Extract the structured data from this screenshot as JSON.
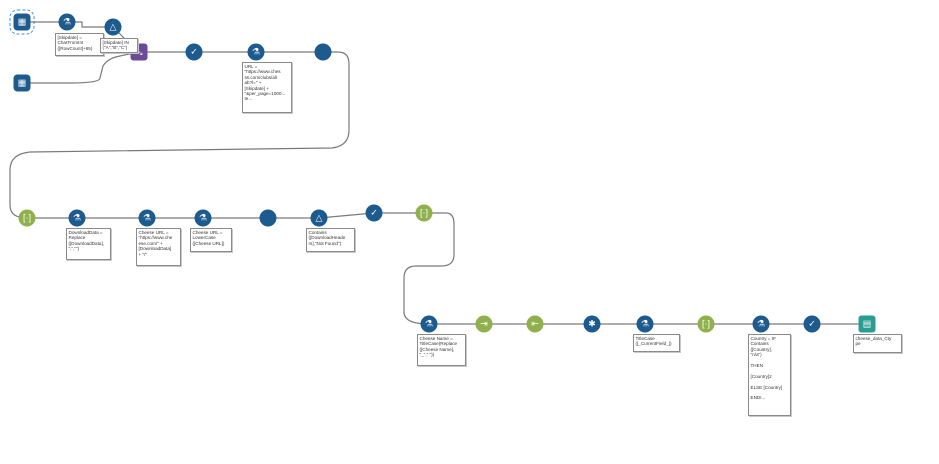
{
  "workflow": {
    "tools": [
      {
        "id": "t_input_top",
        "kind": "input",
        "color": "blue",
        "icon": "input-data-icon",
        "glyph": "▦",
        "selected": true
      },
      {
        "id": "t_formula_1",
        "kind": "formula",
        "color": "blue",
        "icon": "formula-icon",
        "glyph": "⚗"
      },
      {
        "id": "t_filter_1",
        "kind": "filter",
        "color": "blue",
        "icon": "filter-icon",
        "glyph": "△"
      },
      {
        "id": "t_input_bottom",
        "kind": "input",
        "color": "blue",
        "icon": "input-data-icon",
        "glyph": "▦"
      },
      {
        "id": "t_join",
        "kind": "append",
        "color": "purple",
        "icon": "append-fields-icon",
        "glyph": "⤡"
      },
      {
        "id": "t_select_1",
        "kind": "select",
        "color": "blue",
        "icon": "select-icon",
        "glyph": "✓"
      },
      {
        "id": "t_formula_2",
        "kind": "formula",
        "color": "blue",
        "icon": "formula-icon",
        "glyph": "⚗"
      },
      {
        "id": "t_download",
        "kind": "download",
        "color": "blue",
        "icon": "download-icon",
        "glyph": ""
      },
      {
        "id": "t_regex_1",
        "kind": "regex",
        "color": "green",
        "icon": "text-parse-icon",
        "glyph": "[·]"
      },
      {
        "id": "t_formula_3",
        "kind": "formula",
        "color": "blue",
        "icon": "formula-icon",
        "glyph": "⚗"
      },
      {
        "id": "t_formula_4",
        "kind": "formula",
        "color": "blue",
        "icon": "formula-icon",
        "glyph": "⚗"
      },
      {
        "id": "t_formula_5",
        "kind": "formula",
        "color": "blue",
        "icon": "formula-icon",
        "glyph": "⚗"
      },
      {
        "id": "t_download_2",
        "kind": "download",
        "color": "blue",
        "icon": "download-icon",
        "glyph": ""
      },
      {
        "id": "t_filter_2",
        "kind": "filter",
        "color": "blue",
        "icon": "filter-icon",
        "glyph": "△"
      },
      {
        "id": "t_select_2",
        "kind": "select",
        "color": "blue",
        "icon": "select-icon",
        "glyph": "✓"
      },
      {
        "id": "t_regex_2",
        "kind": "regex",
        "color": "green",
        "icon": "text-parse-icon",
        "glyph": "[·]"
      },
      {
        "id": "t_formula_6",
        "kind": "formula",
        "color": "blue",
        "icon": "formula-icon",
        "glyph": "⚗"
      },
      {
        "id": "t_parse_1",
        "kind": "parse",
        "color": "green",
        "icon": "text-to-columns-icon",
        "glyph": "⇥"
      },
      {
        "id": "t_parse_2",
        "kind": "parse",
        "color": "green",
        "icon": "text-to-columns-icon",
        "glyph": "⇤"
      },
      {
        "id": "t_unique",
        "kind": "unique",
        "color": "blue",
        "icon": "unique-icon",
        "glyph": "✱"
      },
      {
        "id": "t_formula_7",
        "kind": "formula",
        "color": "blue",
        "icon": "formula-icon",
        "glyph": "⚗"
      },
      {
        "id": "t_regex_3",
        "kind": "regex",
        "color": "green",
        "icon": "text-parse-icon",
        "glyph": "[·]"
      },
      {
        "id": "t_formula_8",
        "kind": "formula",
        "color": "blue",
        "icon": "formula-icon",
        "glyph": "⚗"
      },
      {
        "id": "t_select_3",
        "kind": "select",
        "color": "blue",
        "icon": "select-icon",
        "glyph": "✓"
      },
      {
        "id": "t_output",
        "kind": "output",
        "color": "teal",
        "icon": "output-data-icon",
        "glyph": "▤"
      }
    ],
    "annotations": [
      {
        "for": "t_formula_1",
        "text": "[Skipdate] =\nCharFromInt\n([RowCount]+65)"
      },
      {
        "for": "t_filter_1",
        "text": "[Skipdate] IN\n(\"A\",\"B\",\"C\")"
      },
      {
        "for": "t_formula_2",
        "text": "URL =\n\"https://www.ches\nss.com/clubs/all\nab?l=\" +\n[Skipdate] +\n\"&per_page=1000...\nte..."
      },
      {
        "for": "t_formula_3",
        "text": "DownloadData =\nReplace\n([DownloadData],\n\",\",\"\")"
      },
      {
        "for": "t_formula_4",
        "text": "Cheese URL =\n\"https://www.che\nese.com/\" +\n[DownloadData]\n+ \"/\""
      },
      {
        "for": "t_formula_5",
        "text": "Cheese URL =\nLowerCase\n([Cheese URL])"
      },
      {
        "for": "t_filter_2",
        "text": "Contains\n([DownloadHeade\nrs],\"Not Found\")"
      },
      {
        "for": "t_formula_6",
        "text": "Cheese Name =\nTitleCase(Replace\n([Cheese Name],\n\"_\",\" \"))"
      },
      {
        "for": "t_formula_7",
        "text": "TitleCase\n([_CurrentField_])"
      },
      {
        "for": "t_formula_8",
        "text": "Country = IF\nContains\n([Country],\n\"n/a\")\n\nTHEN\n\n[Country]2\n\nELSE [Country]\n\nENDI..."
      },
      {
        "for": "t_output",
        "text": "cheese_data_Cty\npe"
      }
    ]
  }
}
